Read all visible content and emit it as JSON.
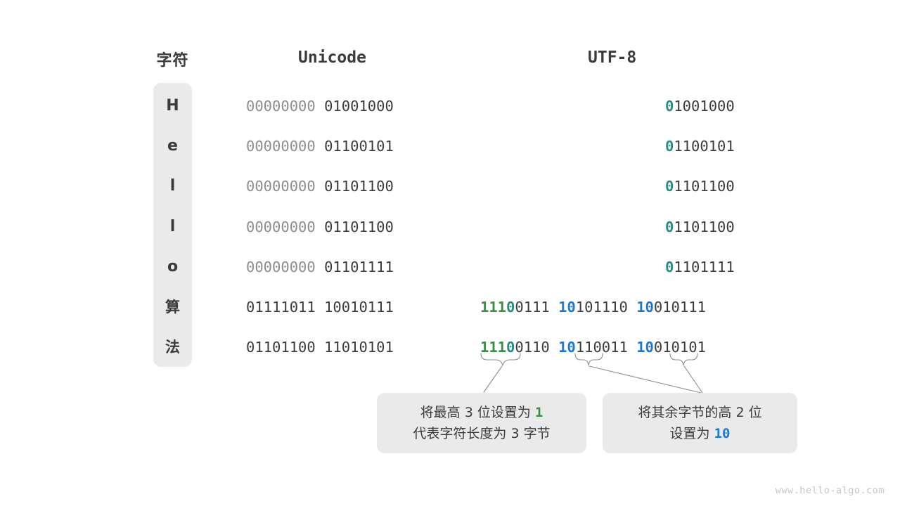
{
  "headers": {
    "char": "字符",
    "unicode": "Unicode",
    "utf8": "UTF-8"
  },
  "rows": [
    {
      "char": "H",
      "script": "latin",
      "unicode_high": "00000000",
      "unicode_low": "01001000",
      "utf8_bytes": 1,
      "utf8_marker": "0",
      "utf8_rest": "1001000"
    },
    {
      "char": "e",
      "script": "latin",
      "unicode_high": "00000000",
      "unicode_low": "01100101",
      "utf8_bytes": 1,
      "utf8_marker": "0",
      "utf8_rest": "1100101"
    },
    {
      "char": "l",
      "script": "latin",
      "unicode_high": "00000000",
      "unicode_low": "01101100",
      "utf8_bytes": 1,
      "utf8_marker": "0",
      "utf8_rest": "1101100"
    },
    {
      "char": "l",
      "script": "latin",
      "unicode_high": "00000000",
      "unicode_low": "01101100",
      "utf8_bytes": 1,
      "utf8_marker": "0",
      "utf8_rest": "1101100"
    },
    {
      "char": "o",
      "script": "latin",
      "unicode_high": "00000000",
      "unicode_low": "01101111",
      "utf8_bytes": 1,
      "utf8_marker": "0",
      "utf8_rest": "1101111"
    },
    {
      "char": "算",
      "script": "cjk",
      "unicode_high": "01111011",
      "unicode_low": "10010111",
      "utf8_bytes": 3,
      "utf8_b1_111": "111",
      "utf8_b1_zero": "0",
      "utf8_b1_rest": "0111",
      "utf8_b2_10": "10",
      "utf8_b2_rest": "101110",
      "utf8_b3_10": "10",
      "utf8_b3_rest": "010111"
    },
    {
      "char": "法",
      "script": "cjk",
      "unicode_high": "01101100",
      "unicode_low": "11010101",
      "utf8_bytes": 3,
      "utf8_b1_111": "111",
      "utf8_b1_zero": "0",
      "utf8_b1_rest": "0110",
      "utf8_b2_10": "10",
      "utf8_b2_rest": "110011",
      "utf8_b3_10": "10",
      "utf8_b3_rest": "010101"
    }
  ],
  "callouts": {
    "left": {
      "line1_pre": "将最高 3 位设置为 ",
      "line1_hl": "1",
      "line2": "代表字符长度为 3 字节"
    },
    "right": {
      "line1": "将其余字节的高 2 位",
      "line2_pre": "设置为 ",
      "line2_hl": "10"
    }
  },
  "watermark": "www.hello-algo.com",
  "colors": {
    "text": "#3b3b3b",
    "dim": "#8d8d8d",
    "teal": "#2e8b80",
    "green": "#3c8c46",
    "blue": "#1f77d0",
    "panel": "#eaeaea",
    "watermark": "#c6c6c6"
  }
}
